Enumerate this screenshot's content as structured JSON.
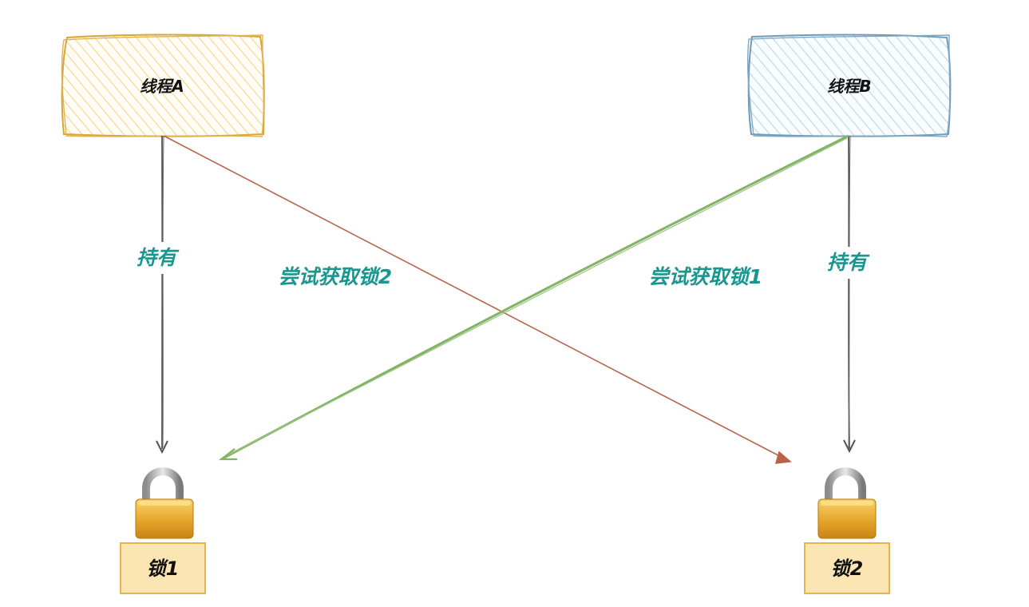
{
  "colors": {
    "thread_a_stroke": "#d8a53a",
    "thread_a_fill": "#f7df9a",
    "thread_b_stroke": "#6f9bb8",
    "thread_b_fill": "#c9dff0",
    "hold_arrow": "#555555",
    "try_lock2_arrow": "#b8624a",
    "try_lock1_arrow": "#82b366",
    "edge_text": "#1a9590",
    "lock_label_fill": "#fbe5b3",
    "lock_label_stroke": "#e8b34a"
  },
  "threads": {
    "a": {
      "label": "线程A"
    },
    "b": {
      "label": "线程B"
    }
  },
  "edges": {
    "a_holds": {
      "label": "持有"
    },
    "b_holds": {
      "label": "持有"
    },
    "a_tries": {
      "label": "尝试获取锁2"
    },
    "b_tries": {
      "label": "尝试获取锁1"
    }
  },
  "locks": {
    "lock1": {
      "label": "锁1",
      "icon": "padlock-icon"
    },
    "lock2": {
      "label": "锁2",
      "icon": "padlock-icon"
    }
  }
}
